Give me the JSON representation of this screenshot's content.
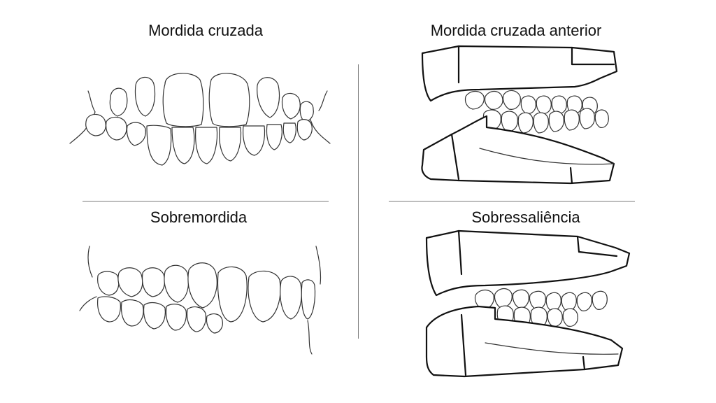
{
  "panels": [
    {
      "title": "Mordida cruzada"
    },
    {
      "title": "Mordida cruzada anterior"
    },
    {
      "title": "Sobremordida"
    },
    {
      "title": "Sobressaliência"
    }
  ]
}
